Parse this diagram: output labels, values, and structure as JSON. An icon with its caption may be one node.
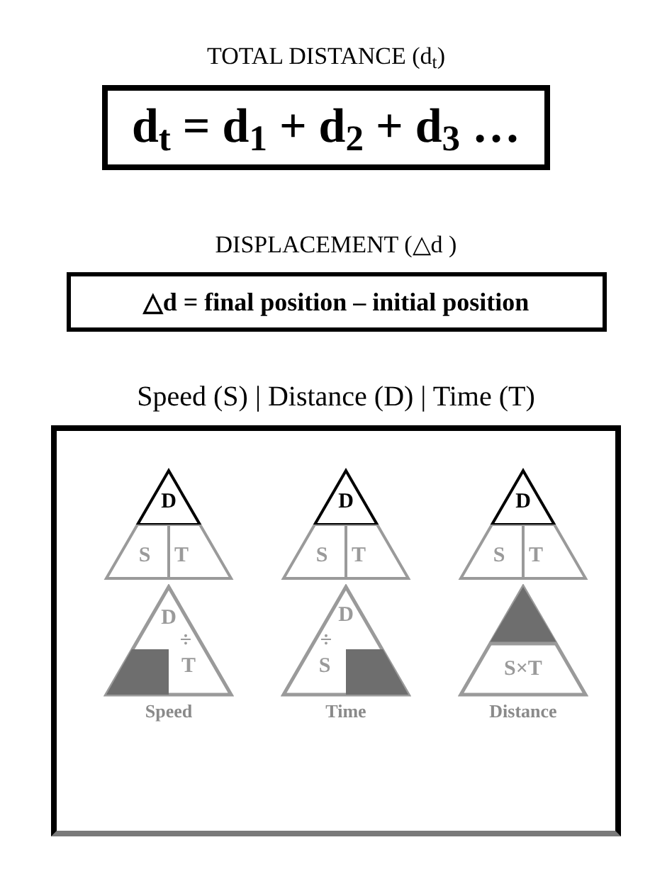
{
  "diagram": {
    "nodes": [
      {
        "text": [
          "TOTAL DISTANCE (d$_{t}$)",
          "d$_{t}$ = d$_{1}$ + d$_{2}$ + d$_{3}$ …"
        ]
      },
      {
        "text": [
          "DISPLACEMENT (△d )",
          "△d = final position – initial position"
        ]
      },
      {
        "text": [
          "Speed (S) | Distance (D) | Time (T)"
        ]
      },
      {
        "text": [
          "D",
          "S",
          "T"
        ],
        "in": 2
      },
      {
        "text": [
          "D",
          "S",
          "T"
        ],
        "in": 2
      },
      {
        "text": [
          "D",
          "S",
          "T"
        ],
        "in": 2
      },
      {
        "text": [
          "D",
          "÷",
          "T",
          "Speed"
        ],
        "in": 2
      },
      {
        "text": [
          "D",
          "÷",
          "S",
          "Time"
        ],
        "in": 2
      },
      {
        "text": [
          "S×T",
          "Distance"
        ],
        "in": 2
      }
    ]
  }
}
